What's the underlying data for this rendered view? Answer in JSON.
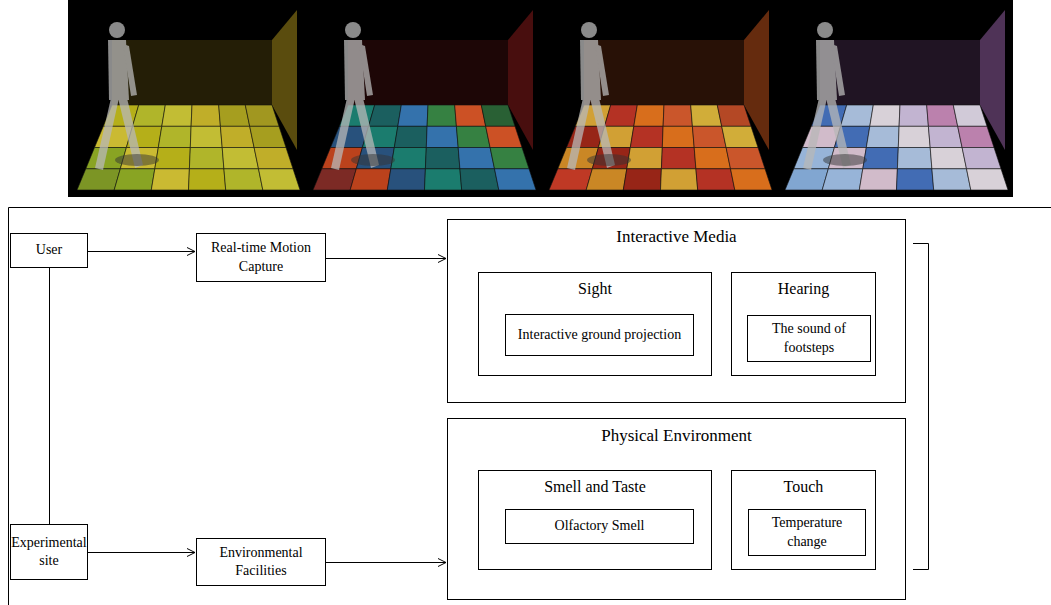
{
  "diagram": {
    "nodes": [
      {
        "text": [
          "User"
        ]
      },
      {
        "text": [
          "Real-time Motion Capture"
        ]
      },
      {
        "text": [
          "Interactive Media"
        ]
      },
      {
        "text": [
          "Sight"
        ],
        "in": 2
      },
      {
        "text": [
          "Interactive ground projection"
        ],
        "in": 3
      },
      {
        "text": [
          "Hearing"
        ],
        "in": 2
      },
      {
        "text": [
          "The sound of footsteps"
        ],
        "in": 5
      },
      {
        "text": [
          "Physical Environment"
        ]
      },
      {
        "text": [
          "Smell and Taste"
        ],
        "in": 7
      },
      {
        "text": [
          "Olfactory Smell"
        ],
        "in": 8
      },
      {
        "text": [
          "Touch"
        ],
        "in": 7
      },
      {
        "text": [
          "Temperature change"
        ],
        "in": 10
      },
      {
        "text": [
          "Experimental site"
        ]
      },
      {
        "text": [
          "Environmental Facilities"
        ]
      }
    ],
    "edges": [
      {
        "from": 0,
        "to": 1,
        "arrow": "to"
      },
      {
        "from": 1,
        "to": 2,
        "arrow": "to"
      },
      {
        "from": 0,
        "to": 12,
        "arrow": "none"
      },
      {
        "from": 12,
        "to": 13,
        "arrow": "to"
      },
      {
        "from": 13,
        "to": 7,
        "arrow": "to"
      }
    ]
  }
}
